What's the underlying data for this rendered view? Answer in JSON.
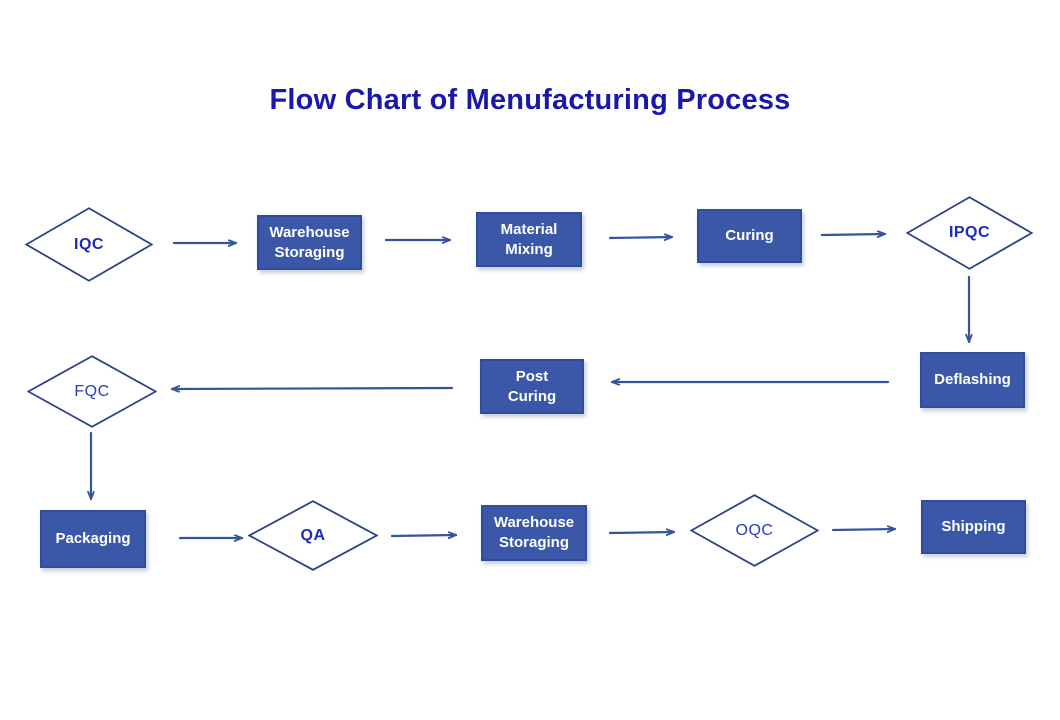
{
  "title": "Flow Chart of Menufacturing Process",
  "colors": {
    "title": "#1a18ab",
    "box_fill": "#3b57a8",
    "box_border": "#2f4da0",
    "box_text": "#ffffff",
    "diamond_border": "#2c4288",
    "diamond_text_bold": "#1c2cba",
    "diamond_text_regular": "#2a3ac2",
    "arrow": "#34549e",
    "background": "#ffffff"
  },
  "nodes": {
    "iqc": {
      "label": "IQC",
      "type": "decision"
    },
    "warehouse_storaging_1": {
      "label": "Warehouse\nStoraging",
      "type": "process"
    },
    "material_mixing": {
      "label": "Material\nMixing",
      "type": "process"
    },
    "curing": {
      "label": "Curing",
      "type": "process"
    },
    "ipqc": {
      "label": "IPQC",
      "type": "decision"
    },
    "deflashing": {
      "label": "Deflashing",
      "type": "process"
    },
    "post_curing": {
      "label": "Post\nCuring",
      "type": "process"
    },
    "fqc": {
      "label": "FQC",
      "type": "decision"
    },
    "packaging": {
      "label": "Packaging",
      "type": "process"
    },
    "qa": {
      "label": "QA",
      "type": "decision"
    },
    "warehouse_storaging_2": {
      "label": "Warehouse\nStoraging",
      "type": "process"
    },
    "oqc": {
      "label": "OQC",
      "type": "decision"
    },
    "shipping": {
      "label": "Shipping",
      "type": "process"
    }
  },
  "edges": [
    {
      "from": "iqc",
      "to": "warehouse_storaging_1"
    },
    {
      "from": "warehouse_storaging_1",
      "to": "material_mixing"
    },
    {
      "from": "material_mixing",
      "to": "curing"
    },
    {
      "from": "curing",
      "to": "ipqc"
    },
    {
      "from": "ipqc",
      "to": "deflashing"
    },
    {
      "from": "deflashing",
      "to": "post_curing"
    },
    {
      "from": "post_curing",
      "to": "fqc"
    },
    {
      "from": "fqc",
      "to": "packaging"
    },
    {
      "from": "packaging",
      "to": "qa"
    },
    {
      "from": "qa",
      "to": "warehouse_storaging_2"
    },
    {
      "from": "warehouse_storaging_2",
      "to": "oqc"
    },
    {
      "from": "oqc",
      "to": "shipping"
    }
  ]
}
